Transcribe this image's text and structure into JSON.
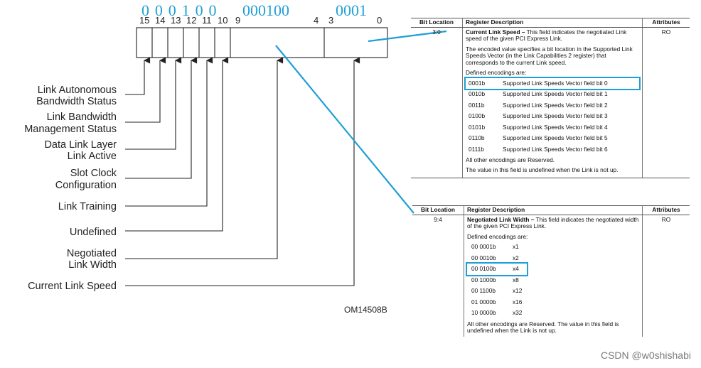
{
  "diagram": {
    "annotations": {
      "upper_bits": "0 0 0 1 0 0",
      "width_bits": "000100",
      "speed_bits": "0001"
    },
    "bit_numbers": [
      "15",
      "14",
      "13",
      "12",
      "11",
      "10",
      "9",
      "4",
      "3",
      "0"
    ],
    "fields": [
      {
        "label_lines": [
          "Link Autonomous",
          "Bandwidth Status"
        ]
      },
      {
        "label_lines": [
          "Link Bandwidth",
          "Management Status"
        ]
      },
      {
        "label_lines": [
          "Data Link Layer",
          "Link Active"
        ]
      },
      {
        "label_lines": [
          "Slot Clock",
          "Configuration"
        ]
      },
      {
        "label_lines": [
          "Link Training"
        ]
      },
      {
        "label_lines": [
          "Undefined"
        ]
      },
      {
        "label_lines": [
          "Negotiated",
          "Link Width"
        ]
      },
      {
        "label_lines": [
          "Current Link Speed"
        ]
      }
    ],
    "figure_id": "OM14508B",
    "accent_color": "#1f9fd6"
  },
  "table_speed": {
    "headers": {
      "bit": "Bit Location",
      "desc": "Register Description",
      "attr": "Attributes"
    },
    "bit": "3:0",
    "attr": "RO",
    "title": "Current Link Speed –",
    "title_rest": " This field indicates the negotiated Link speed of the given PCI Express Link.",
    "para": "The encoded value specifies a bit location in the Supported Link Speeds Vector (in the Link Capabilities 2 register) that corresponds to the current Link speed.",
    "defined": "Defined encodings are:",
    "encodings": [
      {
        "code": "0001b",
        "desc": "Supported Link Speeds Vector field bit 0"
      },
      {
        "code": "0010b",
        "desc": "Supported Link Speeds Vector field bit 1"
      },
      {
        "code": "0011b",
        "desc": "Supported Link Speeds Vector field bit 2"
      },
      {
        "code": "0100b",
        "desc": "Supported Link Speeds Vector field bit 3"
      },
      {
        "code": "0101b",
        "desc": "Supported Link Speeds Vector field bit 4"
      },
      {
        "code": "0110b",
        "desc": "Supported Link Speeds Vector field bit 5"
      },
      {
        "code": "0111b",
        "desc": "Supported Link Speeds Vector field bit 6"
      }
    ],
    "note1": "All other encodings are Reserved.",
    "note2": "The value in this field is undefined when the Link is not up."
  },
  "table_width": {
    "headers": {
      "bit": "Bit Location",
      "desc": "Register Description",
      "attr": "Attributes"
    },
    "bit": "9:4",
    "attr": "RO",
    "title": "Negotiated Link Width –",
    "title_rest": " This field indicates the negotiated width of the given PCI Express Link.",
    "defined": "Defined encodings are:",
    "encodings": [
      {
        "code": "00 0001b",
        "desc": "x1"
      },
      {
        "code": "00 0010b",
        "desc": "x2"
      },
      {
        "code": "00 0100b",
        "desc": "x4"
      },
      {
        "code": "00 1000b",
        "desc": "x8"
      },
      {
        "code": "00 1100b",
        "desc": "x12"
      },
      {
        "code": "01 0000b",
        "desc": "x16"
      },
      {
        "code": "10 0000b",
        "desc": "x32"
      }
    ],
    "note": "All other encodings are Reserved.  The value in this field is undefined when the Link is not up."
  },
  "watermark": "CSDN @w0shishabi"
}
